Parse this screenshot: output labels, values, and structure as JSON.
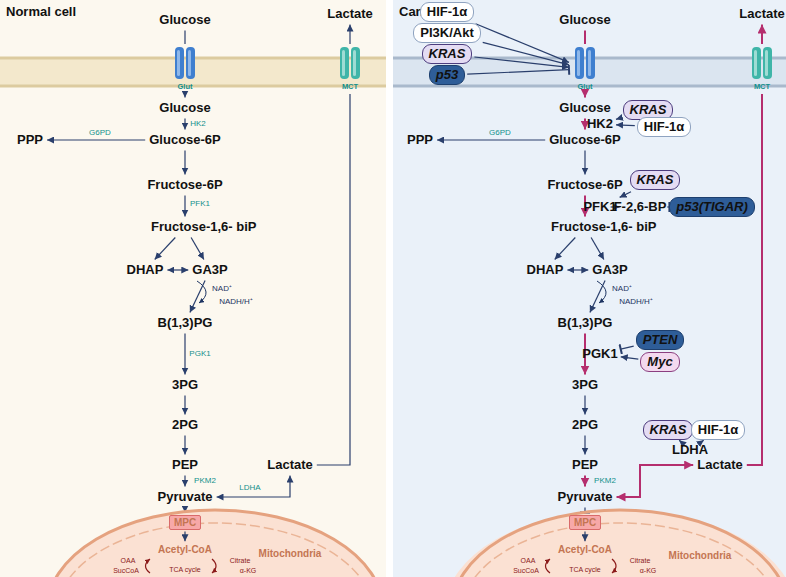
{
  "diagram": {
    "nodes": [
      {
        "text": [
          "Normal cell"
        ]
      },
      {
        "text": [
          "Glucose"
        ],
        "in": 0
      },
      {
        "text": [
          "Glut"
        ],
        "in": 0
      },
      {
        "text": [
          "Glucose"
        ],
        "in": 0
      },
      {
        "text": [
          "Glucose-6P"
        ],
        "in": 0
      },
      {
        "text": [
          "PPP"
        ],
        "in": 0
      },
      {
        "text": [
          "Fructose-6P"
        ],
        "in": 0
      },
      {
        "text": [
          "Fructose-1,6- biP"
        ],
        "in": 0
      },
      {
        "text": [
          "DHAP"
        ],
        "in": 0
      },
      {
        "text": [
          "GA3P"
        ],
        "in": 0
      },
      {
        "text": [
          "B(1,3)PG"
        ],
        "in": 0
      },
      {
        "text": [
          "3PG"
        ],
        "in": 0
      },
      {
        "text": [
          "2PG"
        ],
        "in": 0
      },
      {
        "text": [
          "PEP"
        ],
        "in": 0
      },
      {
        "text": [
          "Lactate"
        ],
        "in": 0
      },
      {
        "text": [
          "Pyruvate"
        ],
        "in": 0
      },
      {
        "text": [
          "Lactate"
        ],
        "in": 0
      },
      {
        "text": [
          "MCT"
        ],
        "in": 0
      },
      {
        "text": [
          "Mitochondria"
        ],
        "in": 0
      },
      {
        "text": [
          "MPC"
        ],
        "in": 18
      },
      {
        "text": [
          "Acetyl-CoA"
        ],
        "in": 18
      },
      {
        "text": [
          "Cancer cell"
        ]
      },
      {
        "text": [
          "Glucose"
        ],
        "in": 21
      },
      {
        "text": [
          "HIF-1α"
        ],
        "in": 21
      },
      {
        "text": [
          "PI3K/Akt"
        ],
        "in": 21
      },
      {
        "text": [
          "KRAS"
        ],
        "in": 21
      },
      {
        "text": [
          "p53"
        ],
        "in": 21
      },
      {
        "text": [
          "Glut"
        ],
        "in": 21
      },
      {
        "text": [
          "Lactate"
        ],
        "in": 21
      },
      {
        "text": [
          "MCT"
        ],
        "in": 21
      },
      {
        "text": [
          "Glucose"
        ],
        "in": 21
      },
      {
        "text": [
          "HK2"
        ],
        "in": 21
      },
      {
        "text": [
          "KRAS"
        ],
        "in": 21
      },
      {
        "text": [
          "HIF-1α"
        ],
        "in": 21
      },
      {
        "text": [
          "Glucose-6P"
        ],
        "in": 21
      },
      {
        "text": [
          "PPP"
        ],
        "in": 21
      },
      {
        "text": [
          "Fructose-6P"
        ],
        "in": 21
      },
      {
        "text": [
          "KRAS"
        ],
        "in": 21
      },
      {
        "text": [
          "PFK1"
        ],
        "in": 21
      },
      {
        "text": [
          "F-2,6-BP"
        ],
        "in": 21
      },
      {
        "text": [
          "p53(TIGAR)"
        ],
        "in": 21
      },
      {
        "text": [
          "Fructose-1,6- biP"
        ],
        "in": 21
      },
      {
        "text": [
          "DHAP"
        ],
        "in": 21
      },
      {
        "text": [
          "GA3P"
        ],
        "in": 21
      },
      {
        "text": [
          "B(1,3)PG"
        ],
        "in": 21
      },
      {
        "text": [
          "PGK1"
        ],
        "in": 21
      },
      {
        "text": [
          "PTEN"
        ],
        "in": 21
      },
      {
        "text": [
          "Myc"
        ],
        "in": 21
      },
      {
        "text": [
          "3PG"
        ],
        "in": 21
      },
      {
        "text": [
          "2PG"
        ],
        "in": 21
      },
      {
        "text": [
          "KRAS"
        ],
        "in": 21
      },
      {
        "text": [
          "HIF-1α"
        ],
        "in": 21
      },
      {
        "text": [
          "LDHA"
        ],
        "in": 21
      },
      {
        "text": [
          "PEP"
        ],
        "in": 21
      },
      {
        "text": [
          "Lactate"
        ],
        "in": 21
      },
      {
        "text": [
          "Pyruvate"
        ],
        "in": 21
      },
      {
        "text": [
          "Mitochondria"
        ],
        "in": 21
      },
      {
        "text": [
          "MPC"
        ],
        "in": 56
      },
      {
        "text": [
          "Acetyl-CoA"
        ],
        "in": 56
      }
    ],
    "edges": [
      {
        "from": 1,
        "to": 2,
        "arrow": "none"
      },
      {
        "from": 2,
        "to": 3,
        "arrow": "to"
      },
      {
        "from": 3,
        "to": 4,
        "arrow": "to",
        "label": "HK2"
      },
      {
        "from": 4,
        "to": 5,
        "arrow": "to",
        "label": "G6PD"
      },
      {
        "from": 4,
        "to": 6,
        "arrow": "to"
      },
      {
        "from": 6,
        "to": 7,
        "arrow": "to",
        "label": "PFK1"
      },
      {
        "from": 7,
        "to": 8,
        "arrow": "to"
      },
      {
        "from": 7,
        "to": 9,
        "arrow": "to"
      },
      {
        "from": 8,
        "to": 9,
        "arrow": "both"
      },
      {
        "from": 9,
        "to": 10,
        "arrow": "to"
      },
      {
        "from": 10,
        "to": 11,
        "arrow": "to",
        "label": "PGK1"
      },
      {
        "from": 11,
        "to": 12,
        "arrow": "to"
      },
      {
        "from": 12,
        "to": 13,
        "arrow": "to"
      },
      {
        "from": 13,
        "to": 15,
        "arrow": "to",
        "label": "PKM2"
      },
      {
        "from": 15,
        "to": 14,
        "arrow": "both",
        "label": "LDHA"
      },
      {
        "from": 14,
        "to": 17,
        "arrow": "none"
      },
      {
        "from": 17,
        "to": 16,
        "arrow": "to"
      },
      {
        "from": 15,
        "to": 19,
        "arrow": "to"
      },
      {
        "from": 19,
        "to": 20,
        "arrow": "to"
      },
      {
        "from": 22,
        "to": 27,
        "arrow": "none"
      },
      {
        "from": 27,
        "to": 30,
        "arrow": "to"
      },
      {
        "from": 23,
        "to": 27,
        "arrow": "to"
      },
      {
        "from": 24,
        "to": 27,
        "arrow": "to"
      },
      {
        "from": 25,
        "to": 27,
        "arrow": "to"
      },
      {
        "from": 26,
        "to": 27,
        "arrow": "to"
      },
      {
        "from": 30,
        "to": 34,
        "arrow": "to"
      },
      {
        "from": 32,
        "to": 31,
        "arrow": "to"
      },
      {
        "from": 33,
        "to": 31,
        "arrow": "to"
      },
      {
        "from": 34,
        "to": 35,
        "arrow": "to",
        "label": "G6PD"
      },
      {
        "from": 34,
        "to": 36,
        "arrow": "to"
      },
      {
        "from": 36,
        "to": 41,
        "arrow": "to"
      },
      {
        "from": 37,
        "to": 38,
        "arrow": "to"
      },
      {
        "from": 39,
        "to": 38,
        "arrow": "to"
      },
      {
        "from": 40,
        "to": 39,
        "arrow": "to"
      },
      {
        "from": 41,
        "to": 42,
        "arrow": "to"
      },
      {
        "from": 41,
        "to": 43,
        "arrow": "to"
      },
      {
        "from": 42,
        "to": 43,
        "arrow": "both"
      },
      {
        "from": 43,
        "to": 44,
        "arrow": "to"
      },
      {
        "from": 44,
        "to": 48,
        "arrow": "to"
      },
      {
        "from": 46,
        "to": 45,
        "arrow": "to"
      },
      {
        "from": 47,
        "to": 45,
        "arrow": "to"
      },
      {
        "from": 48,
        "to": 49,
        "arrow": "to"
      },
      {
        "from": 49,
        "to": 53,
        "arrow": "to"
      },
      {
        "from": 53,
        "to": 55,
        "arrow": "to",
        "label": "PKM2"
      },
      {
        "from": 55,
        "to": 54,
        "arrow": "both"
      },
      {
        "from": 50,
        "to": 52,
        "arrow": "to"
      },
      {
        "from": 51,
        "to": 52,
        "arrow": "to"
      },
      {
        "from": 54,
        "to": 29,
        "arrow": "none"
      },
      {
        "from": 29,
        "to": 28,
        "arrow": "to"
      },
      {
        "from": 55,
        "to": 57,
        "arrow": "to"
      },
      {
        "from": 57,
        "to": 58,
        "arrow": "to"
      }
    ],
    "labels": [
      "NAD⁺",
      "NADH/H⁺",
      "OAA",
      "Citrate",
      "TCA cycle",
      "α-KG",
      "SucCoA",
      "NAD⁺",
      "NADH/H⁺",
      "OAA",
      "Citrate",
      "TCA cycle",
      "α-KG",
      "SucCoA"
    ]
  }
}
